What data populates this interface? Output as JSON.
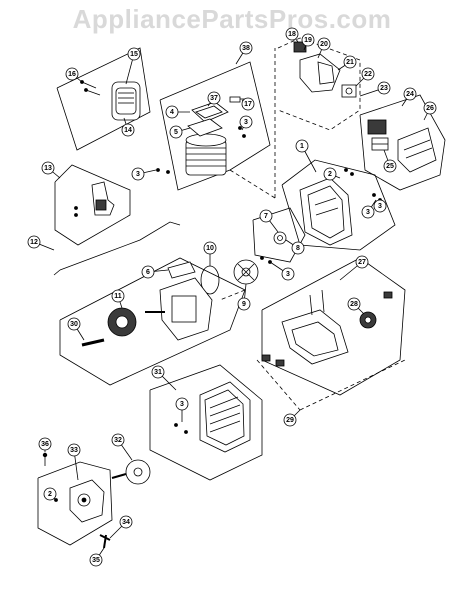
{
  "watermark": "AppliancePartsPros.com",
  "callouts": {
    "c1": "1",
    "c2a": "2",
    "c2b": "2",
    "c3a": "3",
    "c3b": "3",
    "c3c": "3",
    "c3d": "3",
    "c3e": "3",
    "c3f": "3",
    "c4": "4",
    "c5": "5",
    "c6": "6",
    "c7": "7",
    "c8": "8",
    "c9": "9",
    "c10": "10",
    "c11": "11",
    "c12": "12",
    "c13": "13",
    "c14": "14",
    "c15": "15",
    "c16": "16",
    "c17": "17",
    "c18": "18",
    "c19": "19",
    "c20": "20",
    "c21": "21",
    "c22": "22",
    "c23": "23",
    "c24": "24",
    "c25": "25",
    "c26": "26",
    "c27": "27",
    "c28": "28",
    "c29": "29",
    "c30": "30",
    "c31": "31",
    "c32": "32",
    "c33": "33",
    "c34": "34",
    "c35": "35",
    "c36": "36",
    "c37": "37",
    "c38": "38"
  },
  "colors": {
    "line": "#000000",
    "part_fill": "#ffffff",
    "part_dark": "#3a3a3a",
    "watermark": "#d9d9d9"
  }
}
